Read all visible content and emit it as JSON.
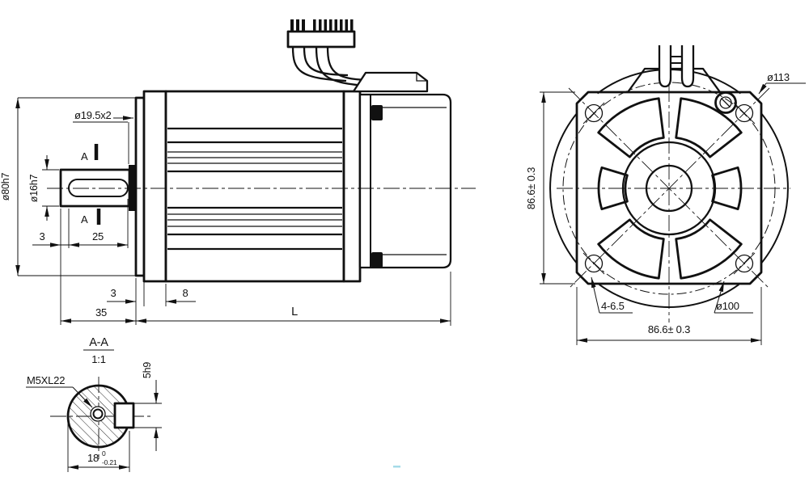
{
  "drawing": {
    "title": "motor outline technical drawing",
    "line_color": "#111111",
    "background_color": "#ffffff",
    "artifact_color": "#a5dbe8"
  },
  "side_view": {
    "pilot_diameter": "ø80h7",
    "shaft_diameter": "ø16h7",
    "boss_callout": "ø19.5x2",
    "section_mark_top": "A",
    "section_mark_bottom": "A",
    "dim_key_start": "3",
    "dim_key_length": "25",
    "dim_shaft_extension": "35",
    "dim_pilot_depth": "3",
    "dim_flange_thickness": "8",
    "dim_total_length": "L"
  },
  "front_view": {
    "dim_outer_diameter": "ø113",
    "dim_flange_height": "86.6± 0.3",
    "dim_flange_width": "86.6± 0.3",
    "dim_mounting_holes": "4-6.5",
    "dim_bolt_circle": "ø100"
  },
  "section_view": {
    "title": "A-A",
    "scale": "1:1",
    "thread_callout": "M5XL22",
    "dim_key_width": "5h9",
    "dim_across_flat": "18",
    "tolerance_upper": "0",
    "tolerance_lower": "-0.21"
  }
}
